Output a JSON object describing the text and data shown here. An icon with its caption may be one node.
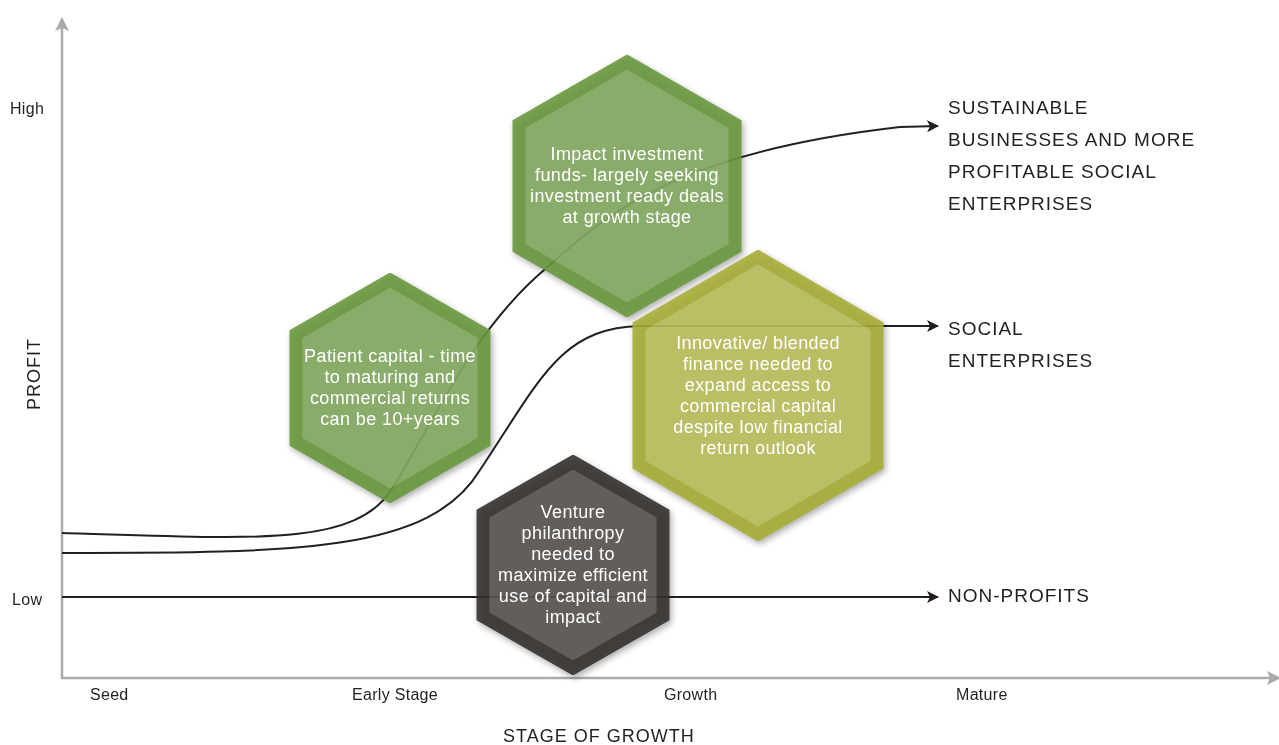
{
  "diagram": {
    "nodes": [
      {
        "text": [
          "Impact investment funds- largely seeking investment ready deals at growth stage"
        ]
      },
      {
        "text": [
          "Patient capital - time to maturing and commercial returns can be 10+years"
        ]
      },
      {
        "text": [
          "Innovative/ blended finance needed to expand access to commercial capital despite low financial return outlook"
        ]
      },
      {
        "text": [
          "Venture philanthropy needed to maximize efficient use of capital and impact"
        ]
      },
      {
        "text": [
          "SUSTAINABLE BUSINESSES AND MORE PROFITABLE SOCIAL ENTERPRISES"
        ]
      },
      {
        "text": [
          "SOCIAL ENTERPRISES"
        ]
      },
      {
        "text": [
          "NON-PROFITS"
        ]
      }
    ],
    "edges": [
      {
        "from": null,
        "to": 4,
        "arrow": "to"
      },
      {
        "from": null,
        "to": 5,
        "arrow": "to"
      },
      {
        "from": null,
        "to": 6,
        "arrow": "to"
      }
    ],
    "labels": [
      "High",
      "PROFIT",
      "Low",
      "Seed",
      "Early Stage",
      "Growth",
      "Mature",
      "STAGE OF GROWTH"
    ]
  }
}
